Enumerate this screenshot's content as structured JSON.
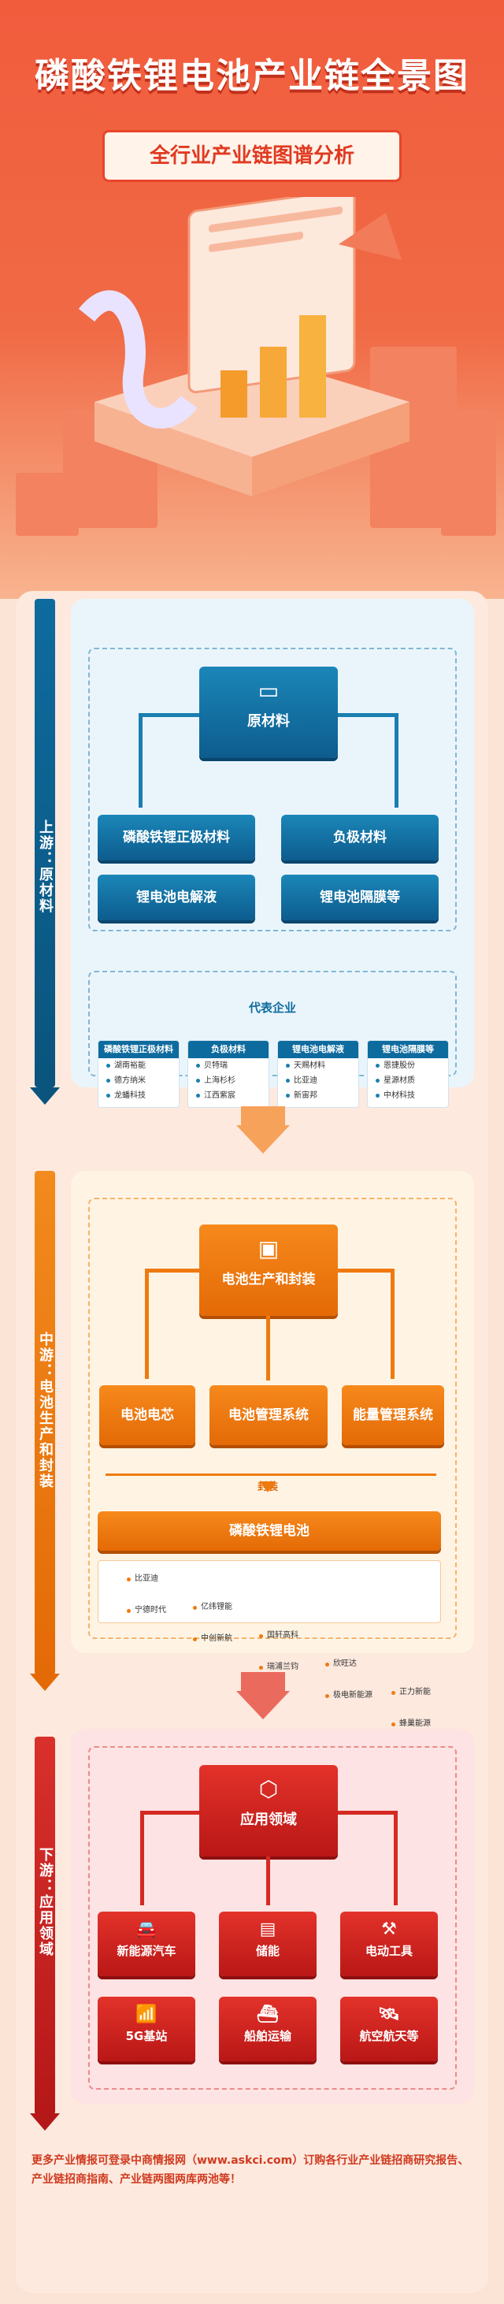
{
  "header": {
    "title": "磷酸铁锂电池产业链全景图",
    "subtitle": "全行业产业链图谱分析"
  },
  "upstream": {
    "stage_label": "上游：原材料",
    "center": "原材料",
    "items": [
      "磷酸铁锂正极材料",
      "负极材料",
      "锂电池电解液",
      "锂电池隔膜等"
    ],
    "companies_title": "代表企业",
    "columns": [
      {
        "head": "磷酸铁锂正极材料",
        "companies": [
          "湖南裕能",
          "德方纳米",
          "龙蟠科技"
        ]
      },
      {
        "head": "负极材料",
        "companies": [
          "贝特瑞",
          "上海杉杉",
          "江西紫宸"
        ]
      },
      {
        "head": "锂电池电解液",
        "companies": [
          "天赐材料",
          "比亚迪",
          "新宙邦"
        ]
      },
      {
        "head": "锂电池隔膜等",
        "companies": [
          "恩捷股份",
          "星源材质",
          "中材科技"
        ]
      }
    ]
  },
  "midstream": {
    "stage_label": "中游：电池生产和封装",
    "center": "电池生产和封装",
    "items": [
      "电池电芯",
      "电池管理系统",
      "能量管理系统"
    ],
    "connector_label": "封装",
    "result": "磷酸铁锂电池",
    "companies": [
      "比亚迪",
      "宁德时代",
      "亿纬锂能",
      "中创新航",
      "国轩高科",
      "瑞浦兰钧",
      "欣旺达",
      "极电新能源",
      "正力新能",
      "蜂巢能源"
    ]
  },
  "downstream": {
    "stage_label": "下游：应用领域",
    "center": "应用领域",
    "items": [
      {
        "label": "新能源汽车",
        "icon": "car-icon"
      },
      {
        "label": "储能",
        "icon": "battery-storage-icon"
      },
      {
        "label": "电动工具",
        "icon": "drill-icon"
      },
      {
        "label": "5G基站",
        "icon": "antenna-icon"
      },
      {
        "label": "船舶运输",
        "icon": "ship-icon"
      },
      {
        "label": "航空航天等",
        "icon": "satellite-icon"
      }
    ]
  },
  "footer": {
    "text": "更多产业情报可登录中商情报网（www.askci.com）订购各行业产业链招商研究报告、产业链招商指南、产业链两图两库两池等！"
  },
  "colors": {
    "upstream": "#0e6b9e",
    "midstream": "#ef7a10",
    "downstream": "#c91e1b",
    "hero": "#f15c3d"
  }
}
